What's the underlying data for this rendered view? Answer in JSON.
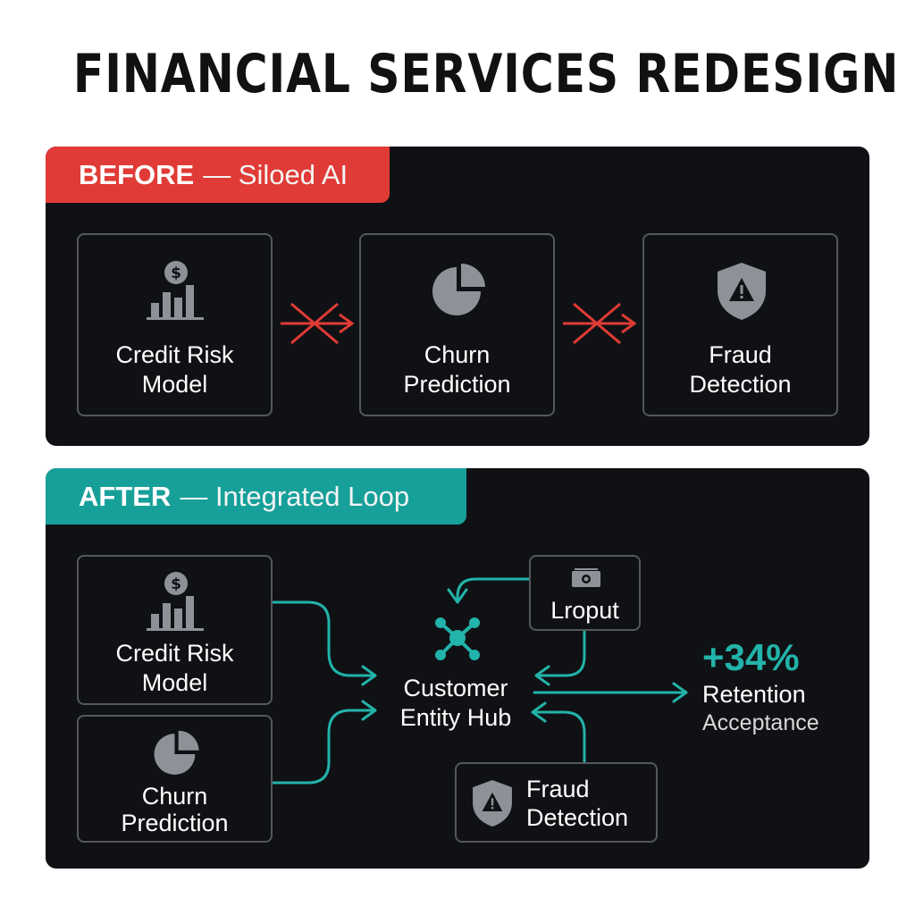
{
  "title": "FINANCIAL SERVICES REDESIGN",
  "colors": {
    "before_accent": "#e03b36",
    "after_accent": "#17a09a",
    "panel_bg": "#101114",
    "card_border": "#54575d",
    "icon_gray": "#8d9298",
    "teal_line": "#22b3aa"
  },
  "before": {
    "tab_strong": "BEFORE",
    "tab_rest": "— Siloed AI",
    "cards": [
      {
        "label": "Credit Risk\nModel",
        "icon": "bar-chart-dollar-icon"
      },
      {
        "label": "Churn\nPrediction",
        "icon": "pie-chart-icon"
      },
      {
        "label": "Fraud\nDetection",
        "icon": "shield-warning-icon"
      }
    ],
    "blocked_connector_icon": "crossed-arrow-icon"
  },
  "after": {
    "tab_strong": "AFTER",
    "tab_rest": "— Integrated Loop",
    "credit": {
      "label": "Credit Risk\nModel",
      "icon": "bar-chart-dollar-icon"
    },
    "churn": {
      "label": "Churn\nPrediction",
      "icon": "pie-chart-icon"
    },
    "payout": {
      "label": "Lroput",
      "icon": "cash-icon"
    },
    "fraud": {
      "label": "Fraud\nDetection",
      "icon": "shield-warning-icon"
    },
    "hub": {
      "label": "Customer\nEntity Hub",
      "icon": "network-hub-icon"
    },
    "stat": {
      "value": "+34%",
      "label": "Retention",
      "sub": "Acceptance"
    }
  }
}
